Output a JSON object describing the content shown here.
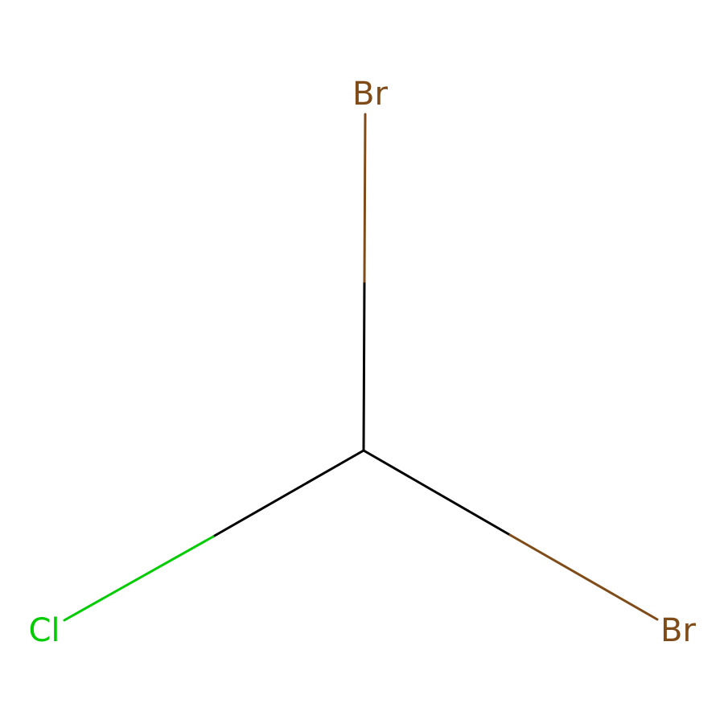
{
  "molecule": {
    "atoms": [
      {
        "id": "C1",
        "element": "C",
        "label": "",
        "color": "#000000"
      },
      {
        "id": "Br-top",
        "element": "Br",
        "label": "Br",
        "color": "#7f4c19"
      },
      {
        "id": "Cl",
        "element": "Cl",
        "label": "Cl",
        "color": "#00cc00"
      },
      {
        "id": "Br-right",
        "element": "Br",
        "label": "Br",
        "color": "#7f4c19"
      }
    ],
    "bonds": [
      {
        "from": "C1",
        "to": "Br-top",
        "order": 1
      },
      {
        "from": "C1",
        "to": "Cl",
        "order": 1
      },
      {
        "from": "C1",
        "to": "Br-right",
        "order": 1
      }
    ]
  }
}
